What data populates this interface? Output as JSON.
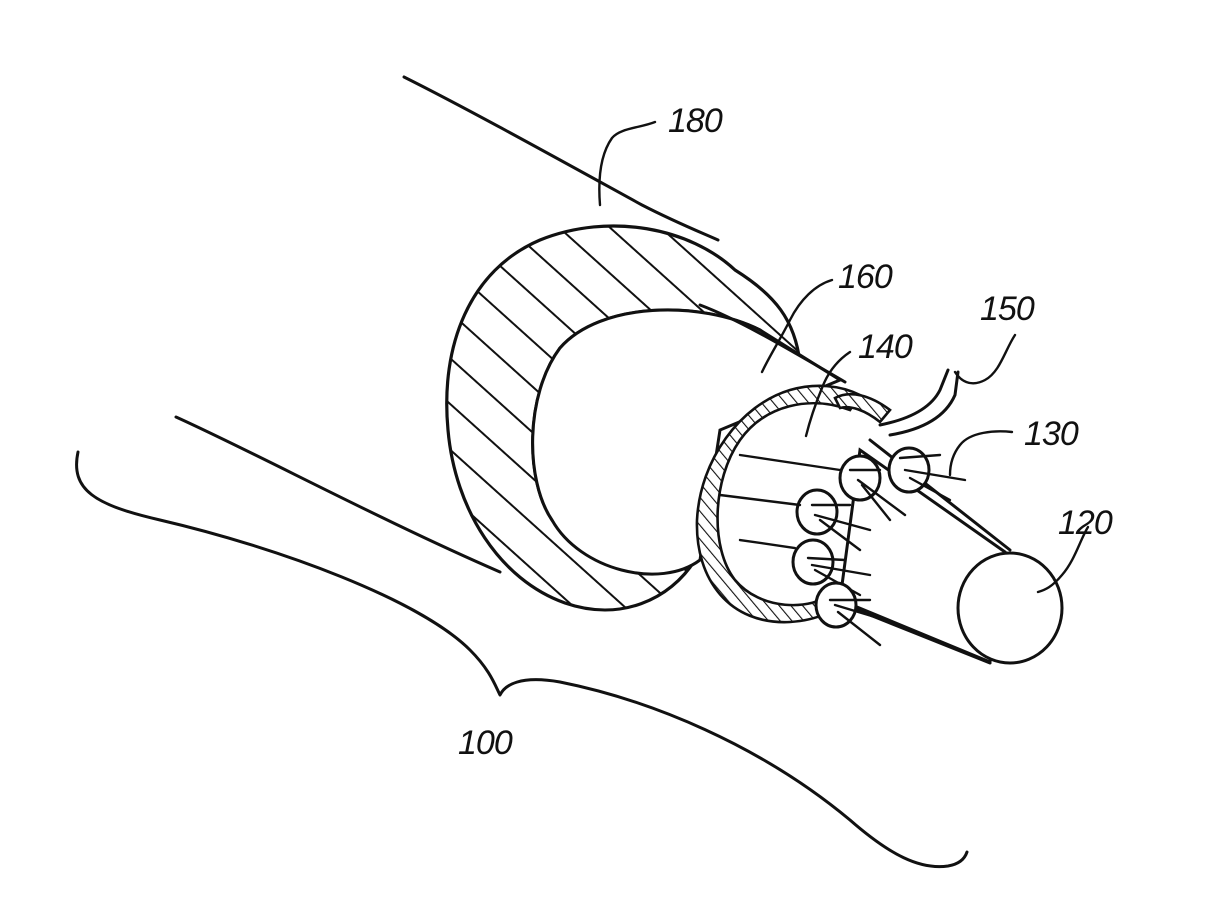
{
  "figure": {
    "labels": {
      "cable": "100",
      "core": "120",
      "fibers": "130",
      "inner_sheath": "140",
      "wire": "150",
      "insulation": "160",
      "outer_jacket": "180"
    }
  }
}
